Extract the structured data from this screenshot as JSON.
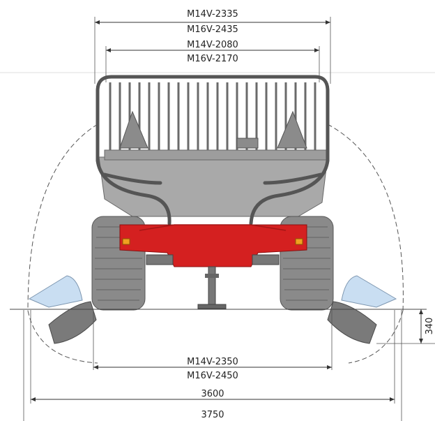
{
  "dimensions": {
    "outer_width_m14v": "M14V-2335",
    "outer_width_m16v": "M16V-2435",
    "inner_width_m14v": "M14V-2080",
    "inner_width_m16v": "M16V-2170",
    "track_width_m14v": "M14V-2350",
    "track_width_m16v": "M16V-2450",
    "support_width_1": "3600",
    "support_width_2": "3750",
    "ground_clearance": "340"
  },
  "colors": {
    "frame": "#555555",
    "axle": "#d42020",
    "outrigger_pad": "#c9def2",
    "tire": "#8a8a8a"
  }
}
